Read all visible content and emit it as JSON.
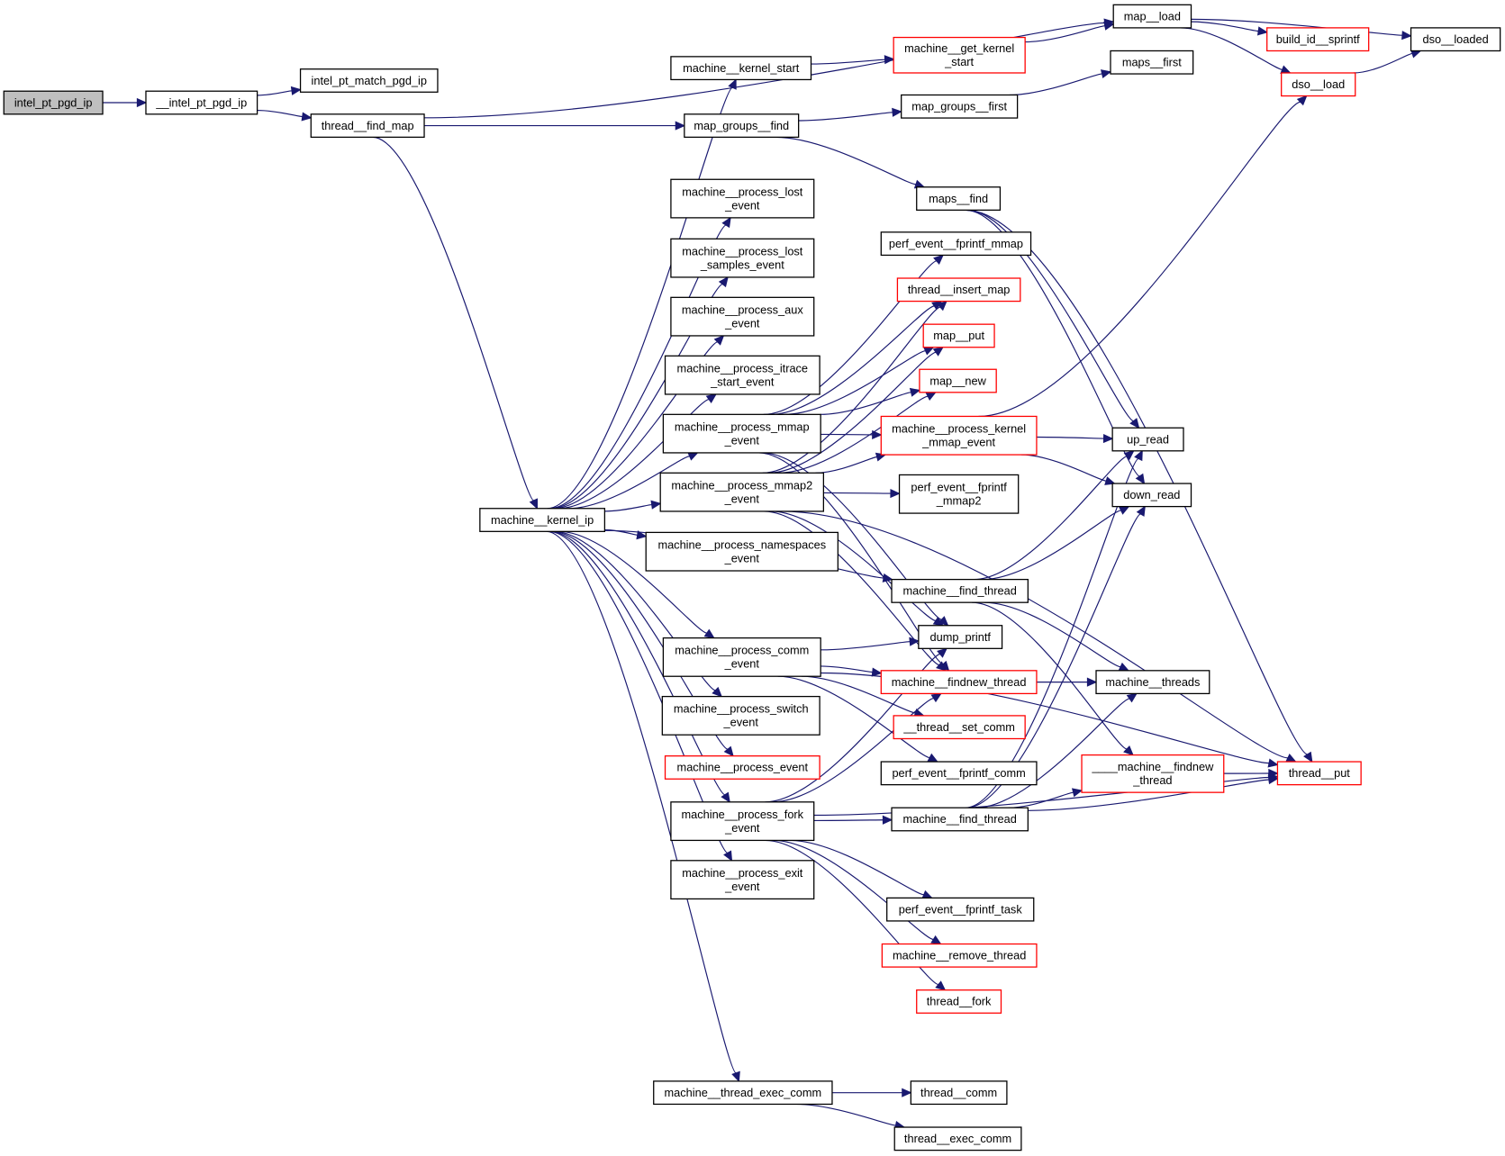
{
  "title": "Call graph for intel_pt_pgd_ip",
  "colors": {
    "edge": "#191970",
    "node_border": "#000000",
    "truncated_border": "#ff0000",
    "root_fill": "#bfbfbf",
    "node_fill": "#ffffff"
  },
  "nodes": [
    {
      "id": "intel_pt_pgd_ip",
      "lines": [
        "intel_pt_pgd_ip"
      ],
      "type": "root"
    },
    {
      "id": "__intel_pt_pgd_ip",
      "lines": [
        "__intel_pt_pgd_ip"
      ],
      "type": "normal"
    },
    {
      "id": "intel_pt_match_pgd_ip",
      "lines": [
        "intel_pt_match_pgd_ip"
      ],
      "type": "normal"
    },
    {
      "id": "thread__find_map",
      "lines": [
        "thread__find_map"
      ],
      "type": "normal"
    },
    {
      "id": "map__load",
      "lines": [
        "map__load"
      ],
      "type": "normal"
    },
    {
      "id": "machine__kernel_start",
      "lines": [
        "machine__kernel_start"
      ],
      "type": "normal"
    },
    {
      "id": "machine__get_kernel_start",
      "lines": [
        "machine__get_kernel",
        "_start"
      ],
      "type": "truncated"
    },
    {
      "id": "build_id__sprintf",
      "lines": [
        "build_id__sprintf"
      ],
      "type": "truncated"
    },
    {
      "id": "dso__loaded",
      "lines": [
        "dso__loaded"
      ],
      "type": "normal"
    },
    {
      "id": "maps__first",
      "lines": [
        "maps__first"
      ],
      "type": "normal"
    },
    {
      "id": "dso__load",
      "lines": [
        "dso__load"
      ],
      "type": "truncated"
    },
    {
      "id": "map_groups__find",
      "lines": [
        "map_groups__find"
      ],
      "type": "normal"
    },
    {
      "id": "map_groups__first",
      "lines": [
        "map_groups__first"
      ],
      "type": "normal"
    },
    {
      "id": "maps__find",
      "lines": [
        "maps__find"
      ],
      "type": "normal"
    },
    {
      "id": "machine__process_lost_event",
      "lines": [
        "machine__process_lost",
        "_event"
      ],
      "type": "normal"
    },
    {
      "id": "machine__process_lost_samples_event",
      "lines": [
        "machine__process_lost",
        "_samples_event"
      ],
      "type": "normal"
    },
    {
      "id": "machine__process_aux_event",
      "lines": [
        "machine__process_aux",
        "_event"
      ],
      "type": "normal"
    },
    {
      "id": "machine__process_itrace_start_event",
      "lines": [
        "machine__process_itrace",
        "_start_event"
      ],
      "type": "normal"
    },
    {
      "id": "perf_event__fprintf_mmap",
      "lines": [
        "perf_event__fprintf_mmap"
      ],
      "type": "normal"
    },
    {
      "id": "thread__insert_map",
      "lines": [
        "thread__insert_map"
      ],
      "type": "truncated"
    },
    {
      "id": "map__put",
      "lines": [
        "map__put"
      ],
      "type": "truncated"
    },
    {
      "id": "map__new",
      "lines": [
        "map__new"
      ],
      "type": "truncated"
    },
    {
      "id": "machine__process_mmap_event",
      "lines": [
        "machine__process_mmap",
        "_event"
      ],
      "type": "normal"
    },
    {
      "id": "machine__process_kernel_mmap_event",
      "lines": [
        "machine__process_kernel",
        "_mmap_event"
      ],
      "type": "truncated"
    },
    {
      "id": "up_read",
      "lines": [
        "up_read"
      ],
      "type": "normal"
    },
    {
      "id": "machine__process_mmap2_event",
      "lines": [
        "machine__process_mmap2",
        "_event"
      ],
      "type": "normal"
    },
    {
      "id": "perf_event__fprintf_mmap2",
      "lines": [
        "perf_event__fprintf",
        "_mmap2"
      ],
      "type": "normal"
    },
    {
      "id": "down_read",
      "lines": [
        "down_read"
      ],
      "type": "normal"
    },
    {
      "id": "machine__kernel_ip",
      "lines": [
        "machine__kernel_ip"
      ],
      "type": "normal"
    },
    {
      "id": "machine__process_namespaces_event",
      "lines": [
        "machine__process_namespaces",
        "_event"
      ],
      "type": "normal"
    },
    {
      "id": "machine__find_thread_a",
      "lines": [
        "machine__find_thread"
      ],
      "type": "normal"
    },
    {
      "id": "dump_printf",
      "lines": [
        "dump_printf"
      ],
      "type": "normal"
    },
    {
      "id": "machine__process_comm_event",
      "lines": [
        "machine__process_comm",
        "_event"
      ],
      "type": "normal"
    },
    {
      "id": "machine__findnew_thread",
      "lines": [
        "machine__findnew_thread"
      ],
      "type": "truncated"
    },
    {
      "id": "machine__threads",
      "lines": [
        "machine__threads"
      ],
      "type": "normal"
    },
    {
      "id": "machine__process_switch_event",
      "lines": [
        "machine__process_switch",
        "_event"
      ],
      "type": "normal"
    },
    {
      "id": "__thread__set_comm",
      "lines": [
        "__thread__set_comm"
      ],
      "type": "truncated"
    },
    {
      "id": "machine__process_event",
      "lines": [
        "machine__process_event"
      ],
      "type": "truncated"
    },
    {
      "id": "perf_event__fprintf_comm",
      "lines": [
        "perf_event__fprintf_comm"
      ],
      "type": "normal"
    },
    {
      "id": "____machine__findnew_thread",
      "lines": [
        "____machine__findnew",
        "_thread"
      ],
      "type": "truncated"
    },
    {
      "id": "thread__put",
      "lines": [
        "thread__put"
      ],
      "type": "truncated"
    },
    {
      "id": "machine__process_fork_event",
      "lines": [
        "machine__process_fork",
        "_event"
      ],
      "type": "normal"
    },
    {
      "id": "machine__find_thread_b",
      "lines": [
        "machine__find_thread"
      ],
      "type": "normal"
    },
    {
      "id": "machine__process_exit_event",
      "lines": [
        "machine__process_exit",
        "_event"
      ],
      "type": "normal"
    },
    {
      "id": "perf_event__fprintf_task",
      "lines": [
        "perf_event__fprintf_task"
      ],
      "type": "normal"
    },
    {
      "id": "machine__remove_thread",
      "lines": [
        "machine__remove_thread"
      ],
      "type": "truncated"
    },
    {
      "id": "thread__fork",
      "lines": [
        "thread__fork"
      ],
      "type": "truncated"
    },
    {
      "id": "machine__thread_exec_comm",
      "lines": [
        "machine__thread_exec_comm"
      ],
      "type": "normal"
    },
    {
      "id": "thread__comm",
      "lines": [
        "thread__comm"
      ],
      "type": "normal"
    },
    {
      "id": "thread__exec_comm",
      "lines": [
        "thread__exec_comm"
      ],
      "type": "normal"
    }
  ],
  "edges": [
    [
      "intel_pt_pgd_ip",
      "__intel_pt_pgd_ip"
    ],
    [
      "__intel_pt_pgd_ip",
      "intel_pt_match_pgd_ip"
    ],
    [
      "__intel_pt_pgd_ip",
      "thread__find_map"
    ],
    [
      "thread__find_map",
      "map__load"
    ],
    [
      "thread__find_map",
      "map_groups__find"
    ],
    [
      "thread__find_map",
      "machine__kernel_ip"
    ],
    [
      "map__load",
      "build_id__sprintf"
    ],
    [
      "map__load",
      "dso__loaded"
    ],
    [
      "map__load",
      "dso__load"
    ],
    [
      "dso__load",
      "dso__loaded"
    ],
    [
      "machine__kernel_start",
      "machine__get_kernel_start"
    ],
    [
      "machine__get_kernel_start",
      "map__load"
    ],
    [
      "map_groups__find",
      "map_groups__first"
    ],
    [
      "map_groups__find",
      "maps__find"
    ],
    [
      "map_groups__first",
      "maps__first"
    ],
    [
      "maps__find",
      "up_read"
    ],
    [
      "maps__find",
      "down_read"
    ],
    [
      "machine__kernel_ip",
      "machine__kernel_start"
    ],
    [
      "machine__kernel_ip",
      "machine__process_lost_event"
    ],
    [
      "machine__kernel_ip",
      "machine__process_lost_samples_event"
    ],
    [
      "machine__kernel_ip",
      "machine__process_aux_event"
    ],
    [
      "machine__kernel_ip",
      "machine__process_itrace_start_event"
    ],
    [
      "machine__kernel_ip",
      "machine__process_mmap_event"
    ],
    [
      "machine__kernel_ip",
      "machine__process_mmap2_event"
    ],
    [
      "machine__kernel_ip",
      "machine__process_namespaces_event"
    ],
    [
      "machine__kernel_ip",
      "machine__find_thread_a"
    ],
    [
      "machine__kernel_ip",
      "machine__process_comm_event"
    ],
    [
      "machine__kernel_ip",
      "machine__process_switch_event"
    ],
    [
      "machine__kernel_ip",
      "machine__process_event"
    ],
    [
      "machine__kernel_ip",
      "machine__process_fork_event"
    ],
    [
      "machine__kernel_ip",
      "machine__process_exit_event"
    ],
    [
      "machine__kernel_ip",
      "machine__thread_exec_comm"
    ],
    [
      "machine__process_mmap_event",
      "perf_event__fprintf_mmap"
    ],
    [
      "machine__process_mmap_event",
      "thread__insert_map"
    ],
    [
      "machine__process_mmap_event",
      "map__put"
    ],
    [
      "machine__process_mmap_event",
      "map__new"
    ],
    [
      "machine__process_mmap_event",
      "machine__process_kernel_mmap_event"
    ],
    [
      "machine__process_mmap_event",
      "dump_printf"
    ],
    [
      "machine__process_mmap_event",
      "machine__findnew_thread"
    ],
    [
      "machine__process_mmap2_event",
      "thread__insert_map"
    ],
    [
      "machine__process_mmap2_event",
      "map__put"
    ],
    [
      "machine__process_mmap2_event",
      "map__new"
    ],
    [
      "machine__process_mmap2_event",
      "machine__process_kernel_mmap_event"
    ],
    [
      "machine__process_mmap2_event",
      "perf_event__fprintf_mmap2"
    ],
    [
      "machine__process_mmap2_event",
      "dump_printf"
    ],
    [
      "machine__process_mmap2_event",
      "machine__findnew_thread"
    ],
    [
      "machine__process_mmap2_event",
      "thread__put"
    ],
    [
      "machine__process_kernel_mmap_event",
      "dso__load"
    ],
    [
      "machine__process_kernel_mmap_event",
      "up_read"
    ],
    [
      "machine__process_kernel_mmap_event",
      "down_read"
    ],
    [
      "machine__find_thread_a",
      "up_read"
    ],
    [
      "machine__find_thread_a",
      "down_read"
    ],
    [
      "machine__find_thread_a",
      "machine__threads"
    ],
    [
      "machine__find_thread_a",
      "____machine__findnew_thread"
    ],
    [
      "machine__process_comm_event",
      "dump_printf"
    ],
    [
      "machine__process_comm_event",
      "machine__findnew_thread"
    ],
    [
      "machine__process_comm_event",
      "__thread__set_comm"
    ],
    [
      "machine__process_comm_event",
      "perf_event__fprintf_comm"
    ],
    [
      "machine__process_comm_event",
      "thread__put"
    ],
    [
      "machine__findnew_thread",
      "machine__threads"
    ],
    [
      "____machine__findnew_thread",
      "thread__put"
    ],
    [
      "machine__process_fork_event",
      "dump_printf"
    ],
    [
      "machine__process_fork_event",
      "machine__findnew_thread"
    ],
    [
      "machine__process_fork_event",
      "machine__find_thread_b"
    ],
    [
      "machine__process_fork_event",
      "perf_event__fprintf_task"
    ],
    [
      "machine__process_fork_event",
      "machine__remove_thread"
    ],
    [
      "machine__process_fork_event",
      "thread__fork"
    ],
    [
      "machine__process_fork_event",
      "thread__put"
    ],
    [
      "machine__find_thread_b",
      "up_read"
    ],
    [
      "machine__find_thread_b",
      "down_read"
    ],
    [
      "machine__find_thread_b",
      "machine__threads"
    ],
    [
      "machine__find_thread_b",
      "____machine__findnew_thread"
    ],
    [
      "machine__find_thread_b",
      "thread__put"
    ],
    [
      "maps__find",
      "thread__put"
    ],
    [
      "machine__thread_exec_comm",
      "thread__comm"
    ],
    [
      "machine__thread_exec_comm",
      "thread__exec_comm"
    ]
  ]
}
